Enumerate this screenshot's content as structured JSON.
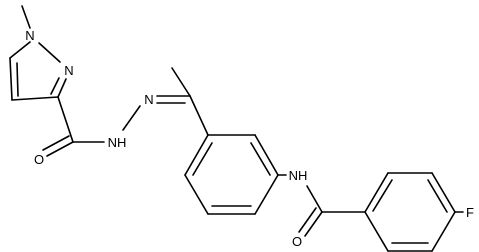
{
  "molecule": {
    "atom_labels": {
      "n_methyl": "N",
      "n_ring": "N",
      "nh_hydrazide": "NH",
      "n_imine": "N",
      "o_hydrazide": "O",
      "nh_amide": "NH",
      "o_amide": "O",
      "f": "F"
    }
  },
  "colors": {
    "bond": "#000000",
    "label": "#000000",
    "background": "#ffffff"
  }
}
